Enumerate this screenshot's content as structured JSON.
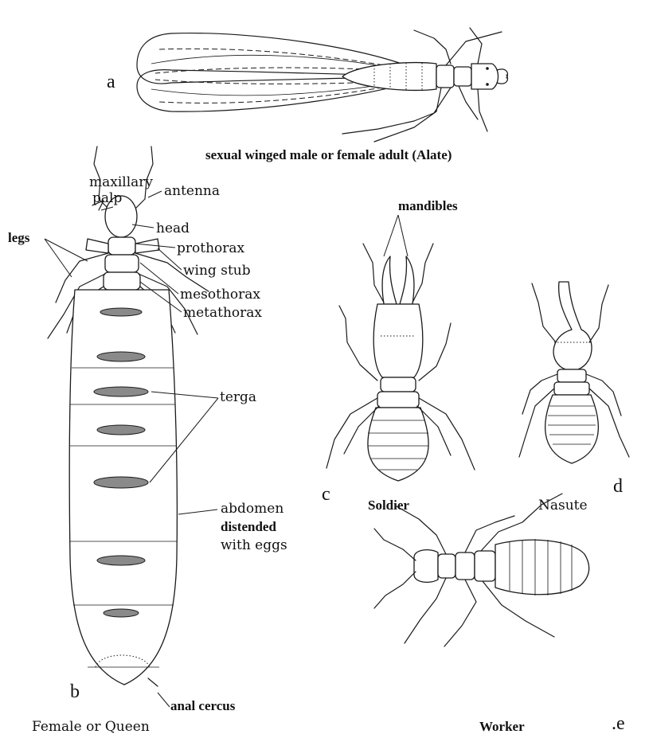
{
  "panel_letters": {
    "a": "a",
    "b": "b",
    "c": "c",
    "d": "d",
    "e": ".e"
  },
  "captions": {
    "alate": "sexual winged male or female adult (Alate)",
    "soldier": "Soldier",
    "nasute": "Nasute",
    "queen": "Female or Queen",
    "worker": "Worker"
  },
  "labels": {
    "maxillary_1": "maxillary",
    "maxillary_2": "palp",
    "antenna": "antenna",
    "head": "head",
    "legs": "legs",
    "prothorax": "prothorax",
    "wing_stub": "wing stub",
    "mesothorax": "mesothorax",
    "metathorax": "metathorax",
    "terga": "terga",
    "abdomen_1": "abdomen",
    "abdomen_2": "distended",
    "abdomen_3": "with eggs",
    "anal_cercus": "anal cercus",
    "mandibles": "mandibles"
  }
}
